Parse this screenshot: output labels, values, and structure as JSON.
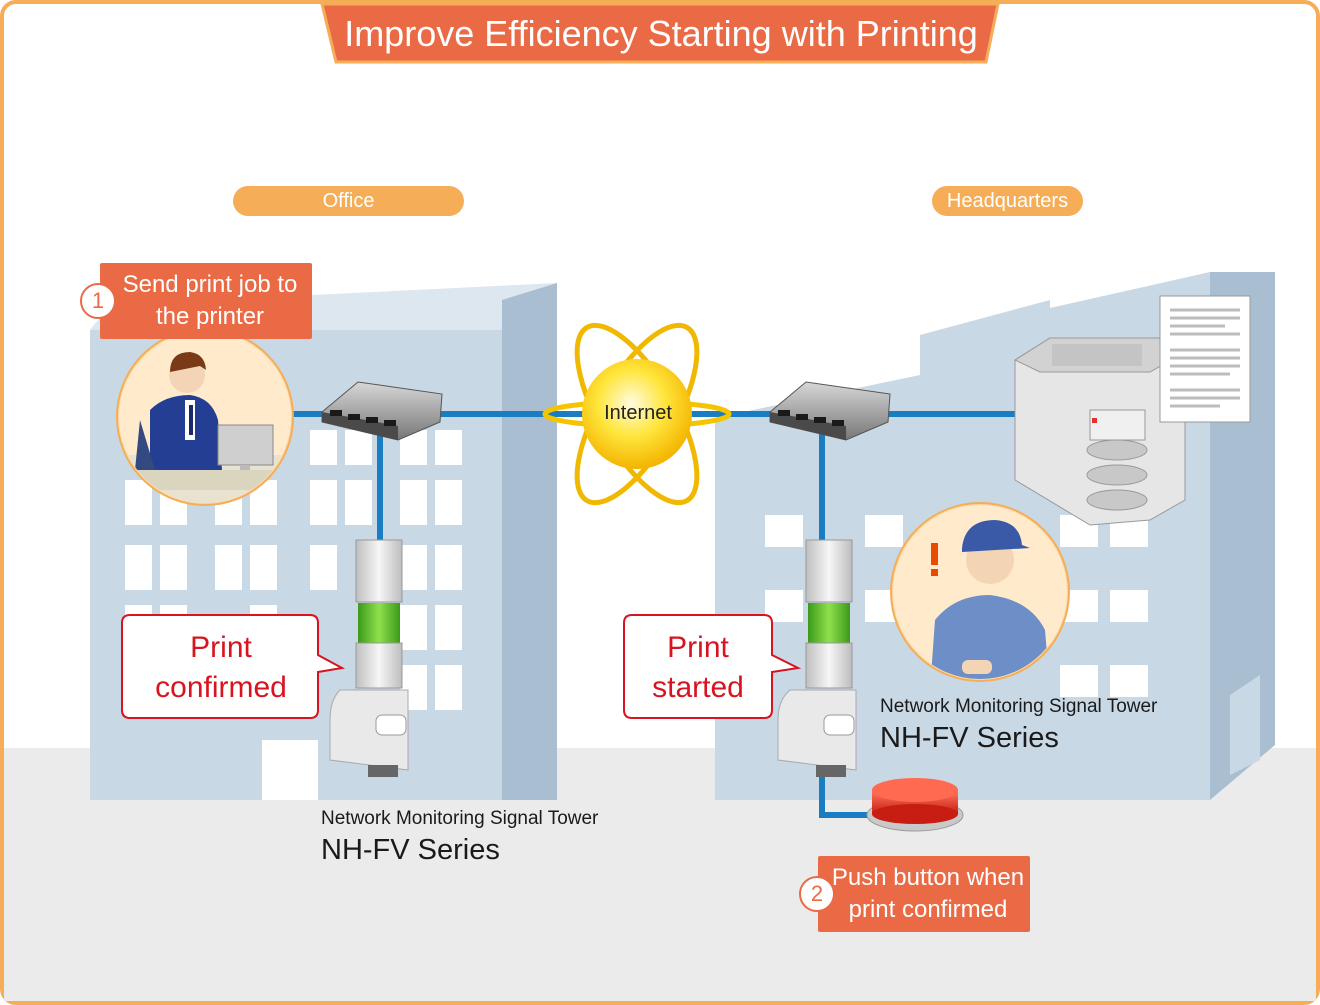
{
  "title": "Improve Efficiency Starting with Printing",
  "locations": {
    "office": "Office",
    "headquarters": "Headquarters"
  },
  "network": {
    "internet": "Internet"
  },
  "steps": [
    {
      "number": "1",
      "line1": "Send print job to",
      "line2": "the printer"
    },
    {
      "number": "2",
      "line1": "Push button when",
      "line2": "print confirmed"
    }
  ],
  "callouts": {
    "office": {
      "line1": "Print",
      "line2": "confirmed"
    },
    "headquarters": {
      "line1": "Print",
      "line2": "started"
    }
  },
  "towers": {
    "office": {
      "subtitle": "Network Monitoring Signal Tower",
      "name": "NH-FV Series"
    },
    "headquarters": {
      "subtitle": "Network Monitoring Signal Tower",
      "name": "NH-FV Series"
    }
  },
  "colors": {
    "frame": "#f5ad57",
    "accent": "#ea6a45",
    "network_line": "#1a7cc1",
    "building": "#c9d7e3",
    "callout_text": "#d7141f",
    "tower_green": "#5cc224",
    "button_red": "#e5332a"
  },
  "icons": [
    "person-at-computer-icon",
    "worker-alert-icon",
    "network-switch-icon",
    "internet-globe-icon",
    "signal-tower-icon",
    "printer-icon",
    "document-icon",
    "push-button-icon"
  ]
}
